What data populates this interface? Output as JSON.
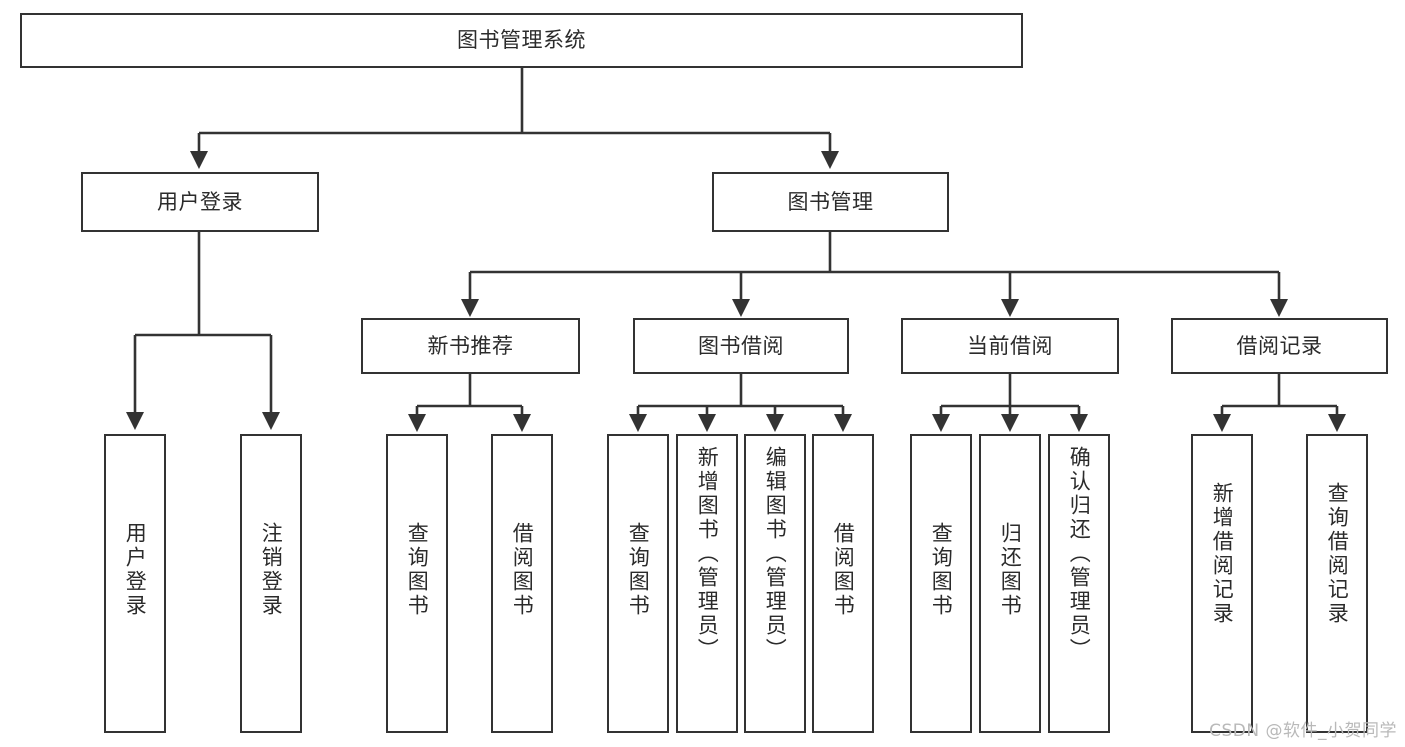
{
  "diagram": {
    "title": "图书管理系统",
    "type": "tree-hierarchy-diagram",
    "colors": {
      "box_border": "#333333",
      "box_fill": "#ffffff",
      "connector": "#333333",
      "text": "#2b2b2b",
      "watermark": "#b9b9b9",
      "background": "#ffffff"
    },
    "root": {
      "label": "图书管理系统"
    },
    "level2": [
      {
        "label": "用户登录"
      },
      {
        "label": "图书管理"
      }
    ],
    "level3": [
      {
        "label": "新书推荐"
      },
      {
        "label": "图书借阅"
      },
      {
        "label": "当前借阅"
      },
      {
        "label": "借阅记录"
      }
    ],
    "leaves": {
      "user_login": [
        {
          "label": "用户登录"
        },
        {
          "label": "注销登录"
        }
      ],
      "new_book_recommend": [
        {
          "label": "查询图书"
        },
        {
          "label": "借阅图书"
        }
      ],
      "book_borrow": [
        {
          "label": "查询图书"
        },
        {
          "label": "新增图书（管理员）"
        },
        {
          "label": "编辑图书（管理员）"
        },
        {
          "label": "借阅图书"
        }
      ],
      "current_borrow": [
        {
          "label": "查询图书"
        },
        {
          "label": "归还图书"
        },
        {
          "label": "确认归还（管理员）"
        }
      ],
      "borrow_record": [
        {
          "label": "新增借阅记录"
        },
        {
          "label": "查询借阅记录"
        }
      ]
    },
    "watermark": "CSDN @软件_小贺同学"
  }
}
